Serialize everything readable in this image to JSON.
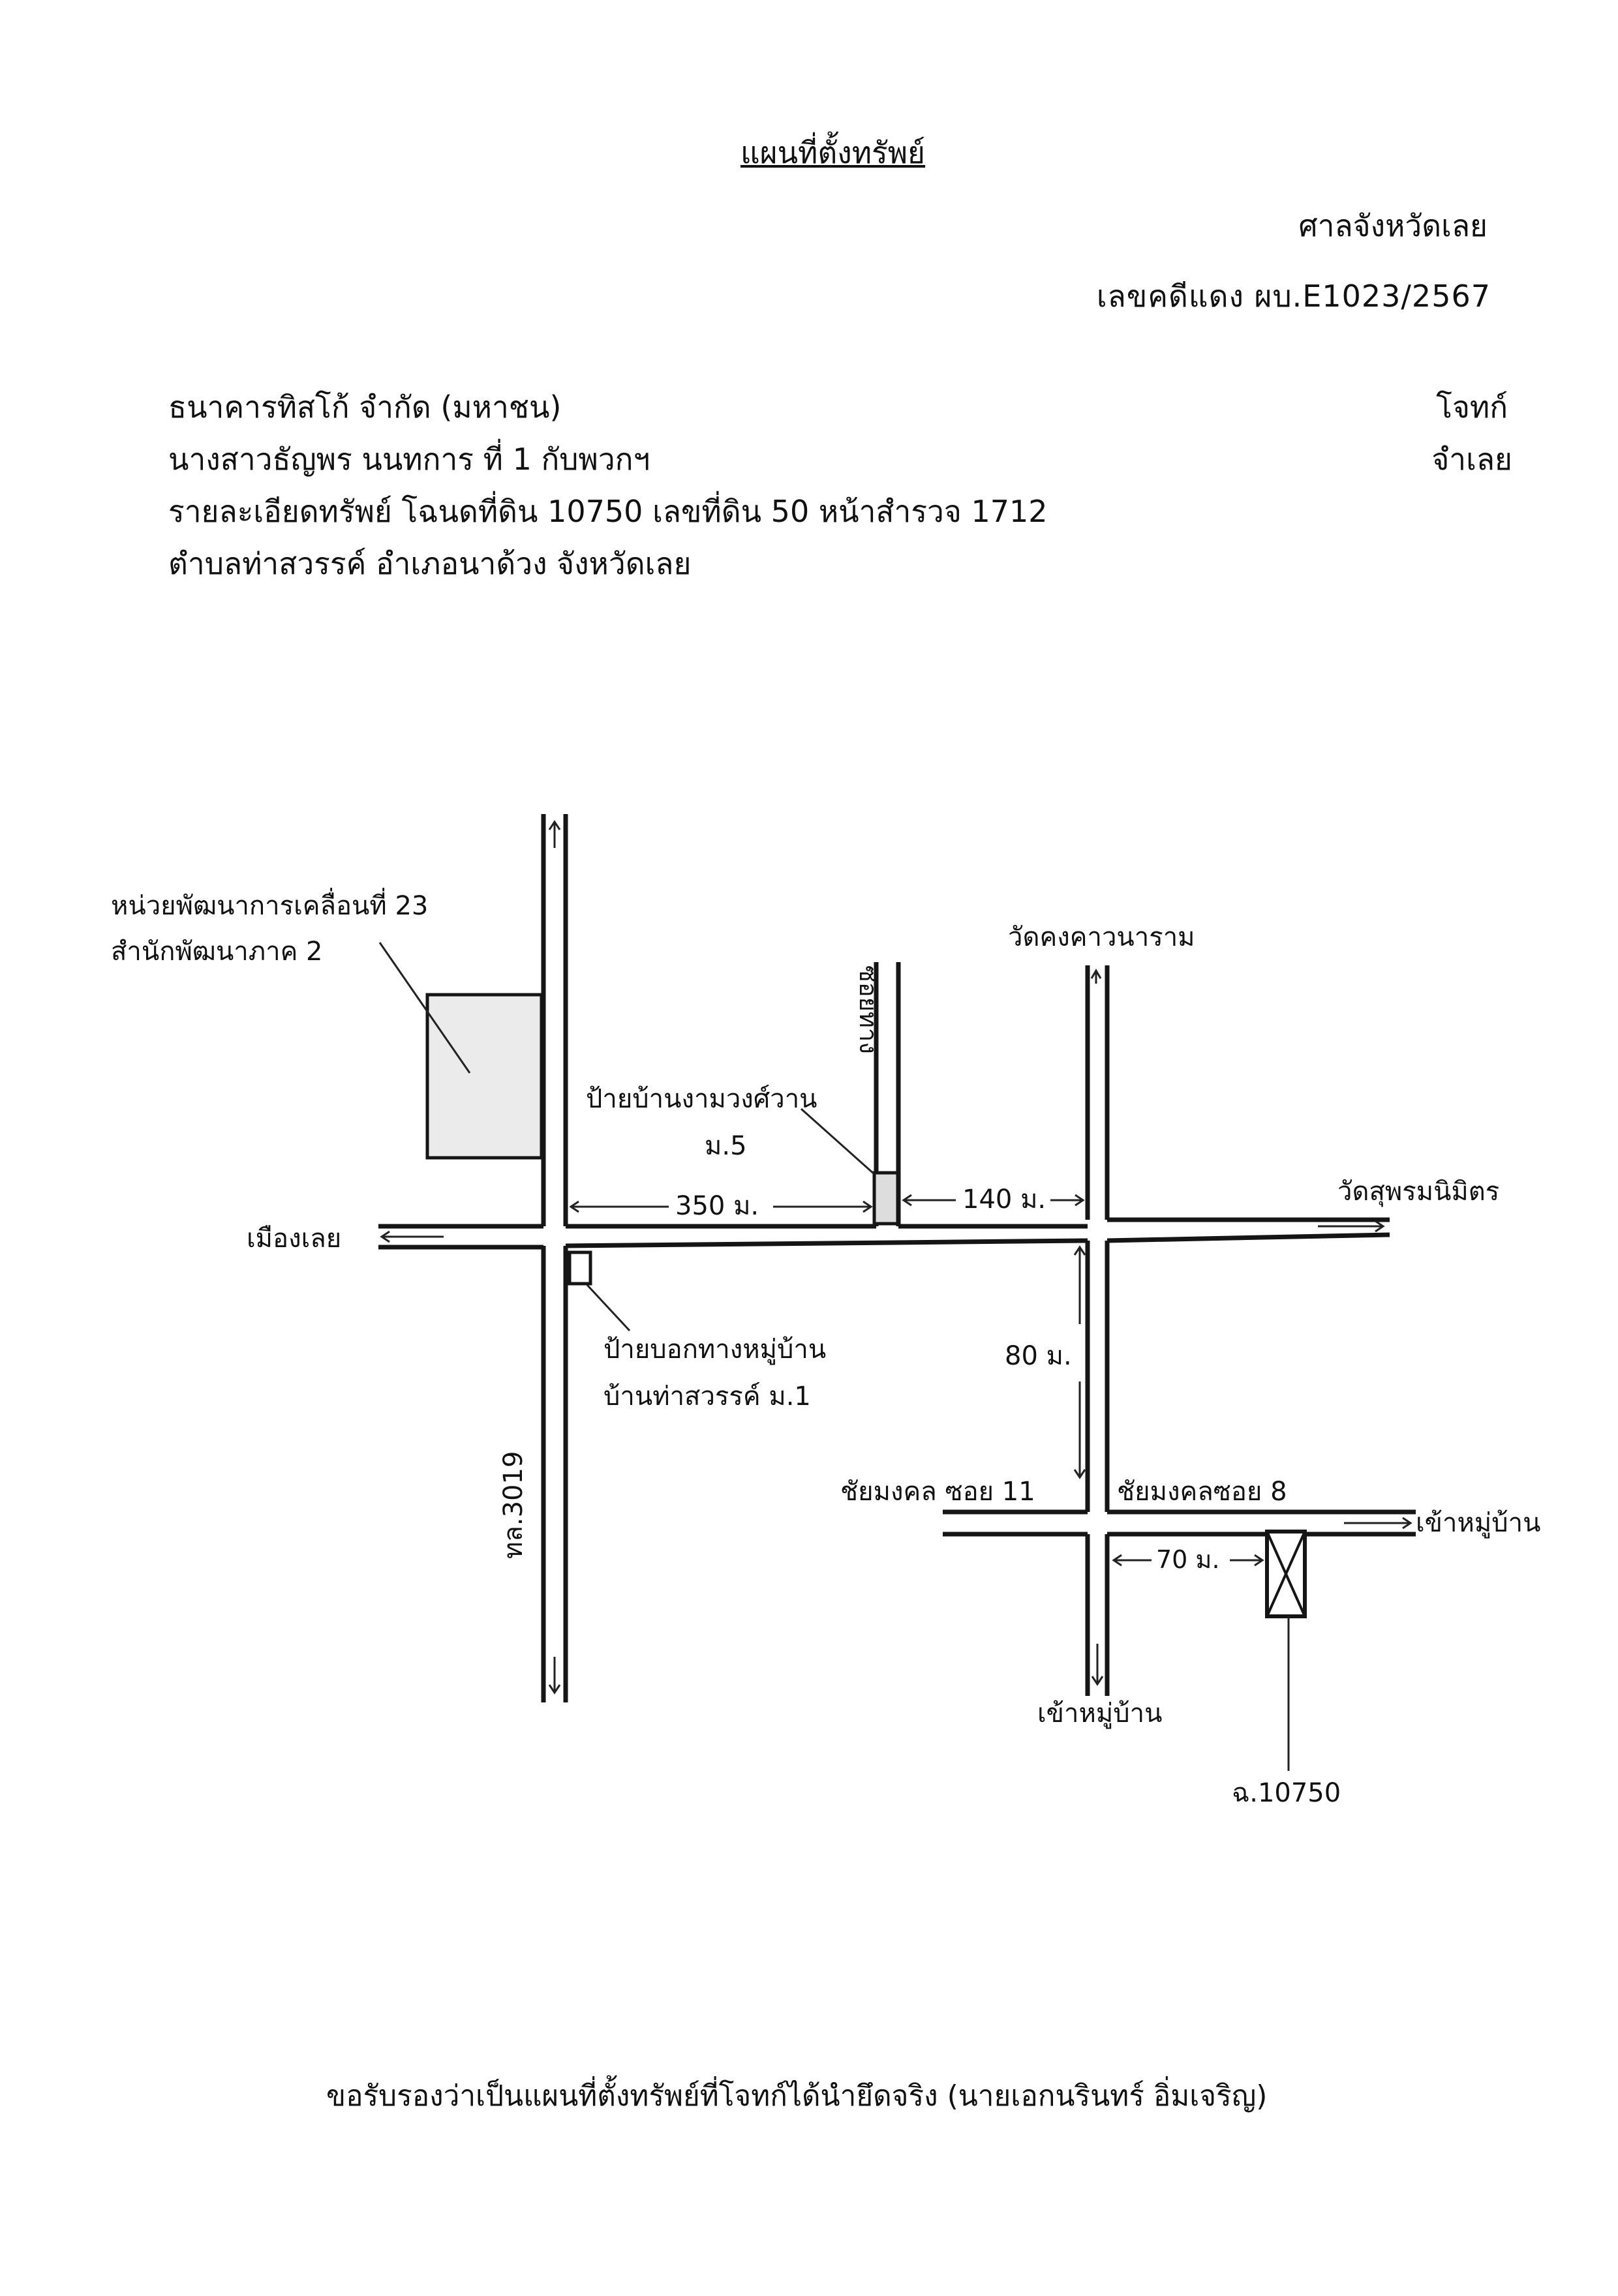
{
  "document": {
    "title": "แผนที่ตั้งทรัพย์",
    "court": "ศาลจังหวัดเลย",
    "case_number": "เลขคดีแดง ผบ.E1023/2567",
    "plaintiff_label": "โจทก์",
    "defendant_label": "จำเลย",
    "header_lines": [
      "ธนาคารทิสโก้ จำกัด (มหาชน)",
      "นางสาวธัญพร นนทการ ที่ 1 กับพวกฯ",
      "รายละเอียดทรัพย์ โฉนดที่ดิน 10750 เลขที่ดิน 50 หน้าสำรวจ 1712",
      "ตำบลท่าสวรรค์ อำเภอนาด้วง จังหวัดเลย"
    ],
    "certification": "ขอรับรองว่าเป็นแผนที่ตั้งทรัพย์ที่โจทก์ได้นำยึดจริง (นายเอกนรินทร์ อิ่มเจริญ)"
  },
  "map": {
    "unit_label_line1": "หน่วยพัฒนาการเคลื่อนที่ 23",
    "unit_label_line2": "สำนักพัฒนาภาค 2",
    "highway_label": "ทล.3019",
    "mueang_loei": "เมืองเลย",
    "soi_thang": "ซอยทาง",
    "sign_ngam_line1": "ป้ายบ้านงามวงศ์วาน",
    "sign_ngam_line2": "ม.5",
    "wat_khong": "วัดคงคาวนาราม",
    "wat_suphon": "วัดสุพรมนิมิตร",
    "sign_tha_line1": "ป้ายบอกทางหมู่บ้าน",
    "sign_tha_line2": "บ้านท่าสวรรค์ ม.1",
    "dist_350": "350 ม.",
    "dist_140": "140 ม.",
    "dist_80": "80 ม.",
    "dist_70": "70 ม.",
    "soi_11": "ชัยมงคล ซอย 11",
    "soi_8": "ชัยมงคลซอย 8",
    "to_village_east": "เข้าหมู่บ้าน",
    "to_village_south": "เข้าหมู่บ้าน",
    "deed_label": "ฉ.10750"
  }
}
